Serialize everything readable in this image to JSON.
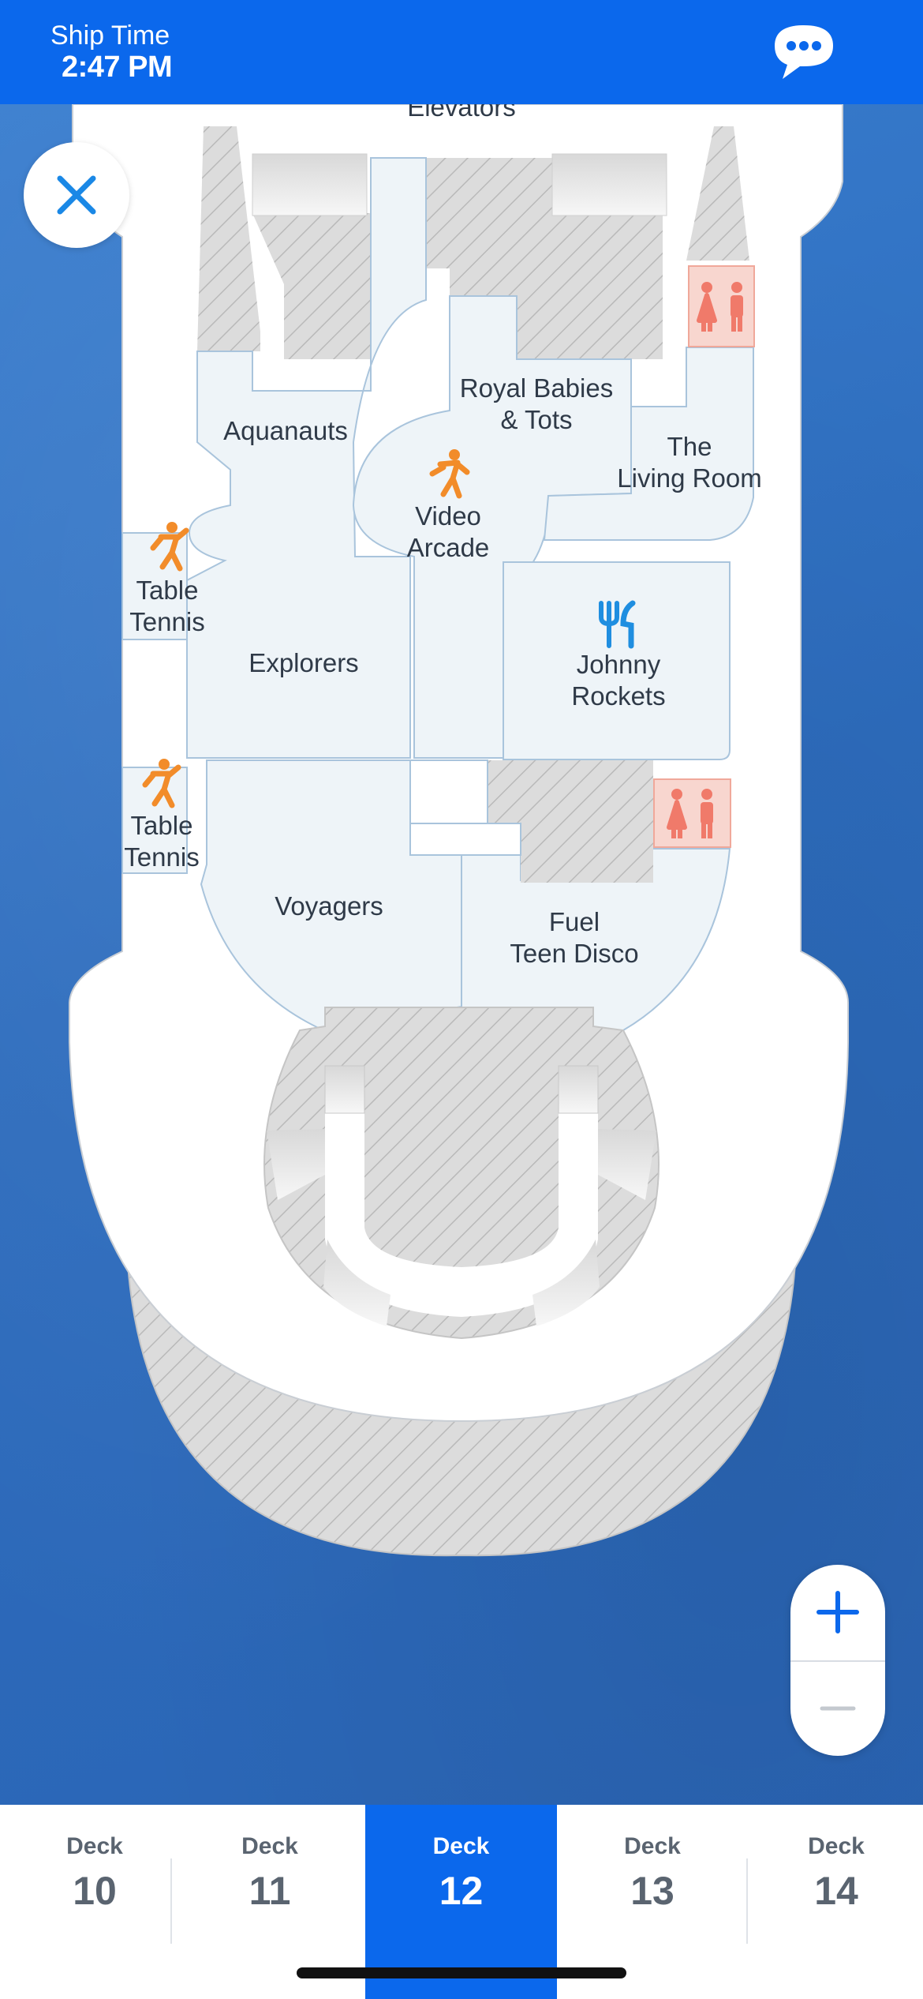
{
  "header": {
    "label": "Ship Time",
    "time": "2:47 PM"
  },
  "colors": {
    "brand_blue": "#0b68ec",
    "venue_fill": "#eef4f8",
    "activity_orange": "#f28c2a",
    "restroom_pink": "#f07a6a",
    "dining_blue": "#1f8ee0"
  },
  "icons": {
    "chat": "chat-bubble-icon",
    "close": "close-icon",
    "activity": "activity-icon",
    "restroom": "restroom-icon",
    "dining": "dining-icon"
  },
  "map": {
    "top_label": "Elevators",
    "venues": {
      "aquanauts": "Aquanauts",
      "royal_babies": "Royal Babies\n& Tots",
      "living_room": "The\nLiving Room",
      "video_arcade": "Video\nArcade",
      "table_tennis_1": "Table\nTennis",
      "explorers": "Explorers",
      "johnny_rockets": "Johnny\nRockets",
      "table_tennis_2": "Table\nTennis",
      "voyagers": "Voyagers",
      "fuel": "Fuel\nTeen Disco"
    }
  },
  "zoom": {
    "in_label": "+",
    "out_label": "−"
  },
  "decks": [
    {
      "word": "Deck",
      "number": "10",
      "active": false
    },
    {
      "word": "Deck",
      "number": "11",
      "active": false
    },
    {
      "word": "Deck",
      "number": "12",
      "active": true
    },
    {
      "word": "Deck",
      "number": "13",
      "active": false
    },
    {
      "word": "Deck",
      "number": "14",
      "active": false
    }
  ]
}
